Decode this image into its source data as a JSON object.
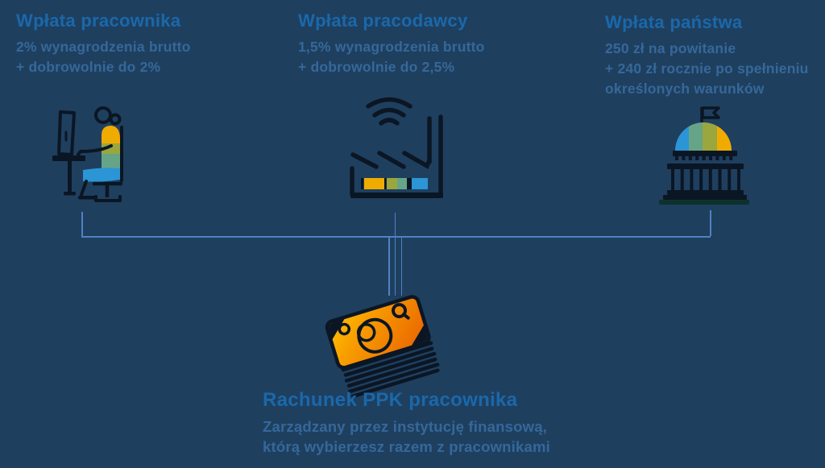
{
  "palette": {
    "bg": "#1f3f5f",
    "title-color": "#1a68aa",
    "body-color": "#35689a",
    "line-color": "#4f82c4",
    "ink": "#0b1624",
    "gold": "#f0ab00",
    "olive": "#9aa63e",
    "teal": "#66a487",
    "blue": "#2b95d6",
    "orange-deep": "#ec6f00",
    "orange-mid": "#f89d00",
    "orange-light": "#ffc400",
    "dark-teal": "#0e312c"
  },
  "columns": [
    {
      "id": "employee",
      "title": "Wpłata pracownika",
      "lines": [
        "2% wynagrodzenia brutto",
        "+ dobrowolnie do 2%"
      ],
      "icon": "employee-at-desk-icon"
    },
    {
      "id": "employer",
      "title": "Wpłata pracodawcy",
      "lines": [
        "1,5% wynagrodzenia brutto",
        "+ dobrowolnie do 2,5%"
      ],
      "icon": "factory-wifi-icon"
    },
    {
      "id": "state",
      "title": "Wpłata państwa",
      "lines": [
        "250 zł na powitanie",
        "+ 240 zł rocznie po spełnieniu",
        "określonych warunków"
      ],
      "icon": "government-building-icon"
    }
  ],
  "result": {
    "id": "ppk-account",
    "title": "Rachunek PPK pracownika",
    "lines": [
      "Zarządzany przez instytucję finansową,",
      "którą wybierzesz razem z pracownikami"
    ],
    "icon": "banknotes-stack-icon"
  }
}
